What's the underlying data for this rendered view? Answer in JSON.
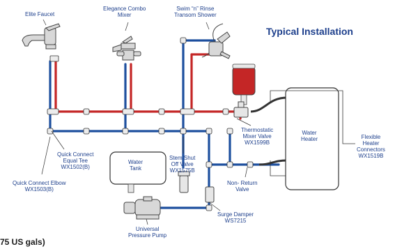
{
  "title": "Typical Installation",
  "labels": {
    "elite_faucet": "Elite Faucet",
    "elegance_l1": "Elegance Combo",
    "elegance_l2": "Mixer",
    "swim_l1": "Swim “n” Rinse",
    "swim_l2": "Transom Shower",
    "qc_tee_l1": "Quick Connect",
    "qc_tee_l2": "Equal Tee",
    "qc_tee_l3": "WX1502(B)",
    "qc_elbow_l1": "Quick Connect Elbow",
    "qc_elbow_l2": "WX1503(B)",
    "water_tank_l1": "Water",
    "water_tank_l2": "Tank",
    "stem_l1": "Stem Shut",
    "stem_l2": "Off Valve",
    "stem_l3": "WX1575B",
    "thermo_l1": "Thermostatic",
    "thermo_l2": "Mixer Valve",
    "thermo_l3": "WX1599B",
    "heater_l1": "Water",
    "heater_l2": "Heater",
    "flex_l1": "Flexible",
    "flex_l2": "Heater",
    "flex_l3": "Connectors",
    "flex_l4": "WX1519B",
    "nonreturn_l1": "Non- Return",
    "nonreturn_l2": "Valve",
    "surge_l1": "Surge Damper",
    "surge_l2": "WS7215",
    "pump_l1": "Universal",
    "pump_l2": "Pressure Pump",
    "cut_text": "75 US gals)"
  },
  "colors": {
    "hot": "#c42626",
    "cold": "#1d4f9e",
    "text": "#1d3f8c",
    "outline": "#333333",
    "fitting": "#ececec"
  }
}
